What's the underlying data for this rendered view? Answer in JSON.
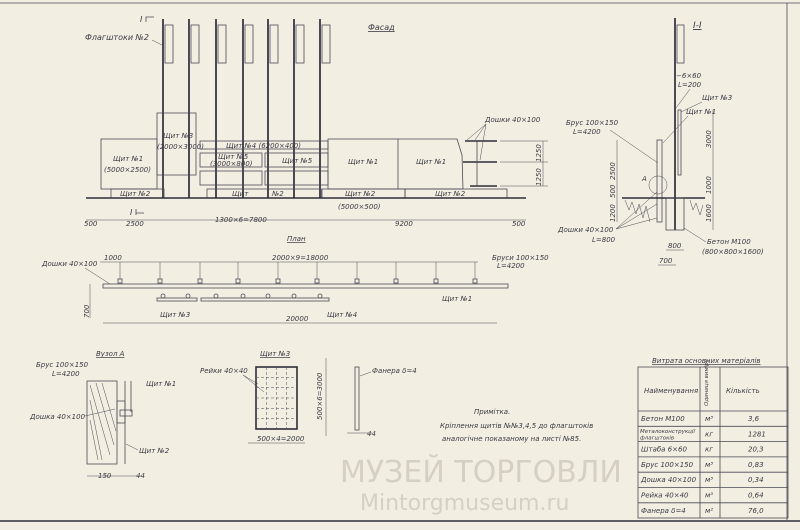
{
  "facade": {
    "title": "Фасад",
    "section_mark": "I",
    "flagpoles_label": "Флагштоки №2",
    "shield1_left": "Щит №1",
    "shield1_left_size": "(5000×2500)",
    "shield3": "Щит №3",
    "shield3_size": "(2000×3000)",
    "shield4": "Щит №4  (6200×400)",
    "shield5_left": "Щит №5",
    "shield5_left_size": "(3000×800)",
    "shield5_right": "Щит №5",
    "shield1_mid": "Щит №1",
    "shield1_right": "Щит №1",
    "shield2_a": "Щит №2",
    "shield2_b": "Щит",
    "shield2_b2": "№2",
    "shield2_c": "Щит №2",
    "shield2_d": "Щит №2",
    "shield2_size": "(5000×500)",
    "boards_label": "Дошки 40×100",
    "dim_h1": "1250",
    "dim_h2": "1250",
    "dims": [
      "500",
      "2500",
      "1300×6=7800",
      "9200",
      "500"
    ]
  },
  "section": {
    "title": "I-I",
    "strip": "−6×60",
    "strip_len": "L=200",
    "shield3": "Щит №3",
    "shield1": "Щит №1",
    "beam": "Брус 100×150",
    "beam_len": "L=4200",
    "node": "А",
    "boards": "Дошки 40×100",
    "boards_len": "L=800",
    "concrete": "Бетон М100",
    "concrete_size": "(800×800×1600)",
    "dims_left": [
      "2500",
      "500",
      "1200"
    ],
    "dims_right": [
      "3000",
      "1000",
      "1600"
    ],
    "dims_bottom": [
      "800",
      "700"
    ]
  },
  "plan": {
    "title": "План",
    "boards": "Дошки 40×100",
    "dim_first": "1000",
    "dim_span": "2000×9=18000",
    "beams": "Бруси 100×150",
    "beams_len": "L=4200",
    "shield1": "Щит №1",
    "shield3": "Щит №3",
    "shield4": "Щит №4",
    "dim_depth": "700",
    "dim_total": "20000"
  },
  "node_a": {
    "title": "Вузол А",
    "beam": "Брус 100×150",
    "beam_len": "L=4200",
    "shield1": "Щит №1",
    "board": "Дошка 40×100",
    "shield2": "Щит №2",
    "dims": [
      "150",
      "44"
    ]
  },
  "shield3_detail": {
    "title": "Щит №3",
    "rails": "Рейки 40×40",
    "dim_v": "500×6=3000",
    "dim_h": "500×4=2000",
    "plywood": "Фанера δ=4",
    "dim_thk": "44"
  },
  "note": {
    "title": "Примітка.",
    "line1": "Кріплення щитів №№3,4,5 до флагштоків",
    "line2": "аналогічне показаному на листі №85."
  },
  "materials": {
    "title": "Витрата основних матеріалів",
    "headers": [
      "Найменування",
      "Одиниця виміру",
      "Кількість"
    ],
    "rows": [
      [
        "Бетон М100",
        "м³",
        "3,6"
      ],
      [
        "Металоконструкції флагштоків",
        "кг",
        "1281"
      ],
      [
        "Штаба 6×60",
        "кг",
        "20,3"
      ],
      [
        "Брус 100×150",
        "м³",
        "0,83"
      ],
      [
        "Дошка 40×100",
        "м³",
        "0,34"
      ],
      [
        "Рейка 40×40",
        "м³",
        "0,64"
      ],
      [
        "Фанера δ=4",
        "м²",
        "76,0"
      ]
    ]
  },
  "watermark": {
    "line1": "МУЗЕЙ ТОРГОВЛИ",
    "line2": "Mintorgmuseum.ru"
  }
}
